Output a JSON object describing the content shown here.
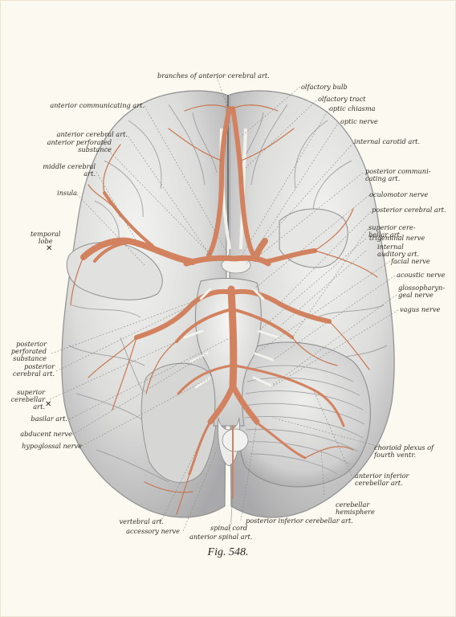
{
  "figure": {
    "caption": "Fig. 548."
  },
  "colors": {
    "paper": "#fcfaf0",
    "brain_light": "#ececea",
    "brain_shadow": "#a9a9ab",
    "artery": "#d2825e",
    "artery_dark": "#b25f3f",
    "nerve": "#f4f2ec",
    "leader_line": "#8e8a84"
  },
  "labels": {
    "branches_anterior_cerebral": [
      "branches of anterior cerebral art."
    ],
    "anterior_communicating": [
      "anterior communicating art."
    ],
    "anterior_cerebral": [
      "anterior cerebral art."
    ],
    "anterior_perforated_left": [
      "anterior perforated",
      "substance"
    ],
    "middle_cerebral": [
      "middle cerebral",
      "art."
    ],
    "insula": [
      "insula"
    ],
    "temporal_lobe": [
      "temporal",
      "lobe"
    ],
    "olfactory_bulb": [
      "olfactory bulb"
    ],
    "olfactory_tract": [
      "olfactory tract"
    ],
    "optic_chiasma": [
      "optic chiasma"
    ],
    "optic_nerve": [
      "optic nerve"
    ],
    "internal_carotid": [
      "internal carotid art."
    ],
    "posterior_communicating": [
      "posterior communi-",
      "cating art."
    ],
    "oculomotor_nerve": [
      "oculomotor nerve"
    ],
    "posterior_cerebral_right": [
      "posterior cerebral art."
    ],
    "superior_cerebellar_right": [
      "superior cere-",
      "bellar art."
    ],
    "trigeminal_nerve": [
      "trigeminal nerve"
    ],
    "internal_auditory": [
      "internal",
      "auditory art."
    ],
    "facial_nerve": [
      "facial nerve"
    ],
    "acoustic_nerve": [
      "acoustic nerve"
    ],
    "glossopharyngeal_nerve": [
      "glossopharyn-",
      "geal nerve"
    ],
    "vagus_nerve": [
      "vagus nerve"
    ],
    "posterior_perforated": [
      "posterior",
      "perforated",
      "substance"
    ],
    "posterior_cerebral_left": [
      "posterior",
      "cerebral art."
    ],
    "superior_cerebellar_left": [
      "superior",
      "cerebellar",
      "art."
    ],
    "basilar": [
      "basilar art."
    ],
    "abducent_nerve": [
      "abducent nerve"
    ],
    "hypoglossal_nerve": [
      "hypoglossal nerve"
    ],
    "chorioid_plexus": [
      "chorioid plexus of",
      "fourth ventr."
    ],
    "anterior_inferior_cerebellar": [
      "anterior inferior",
      "cerebellar art."
    ],
    "cerebellar_hemisphere": [
      "cerebellar",
      "hemisphere"
    ],
    "vertebral": [
      "vertebral art."
    ],
    "accessory_nerve": [
      "accessory nerve"
    ],
    "spinal_cord": [
      "spinal cord"
    ],
    "anterior_spinal": [
      "anterior spinal art."
    ],
    "posterior_inferior_cerebellar": [
      "posterior inferior cerebellar art."
    ]
  }
}
